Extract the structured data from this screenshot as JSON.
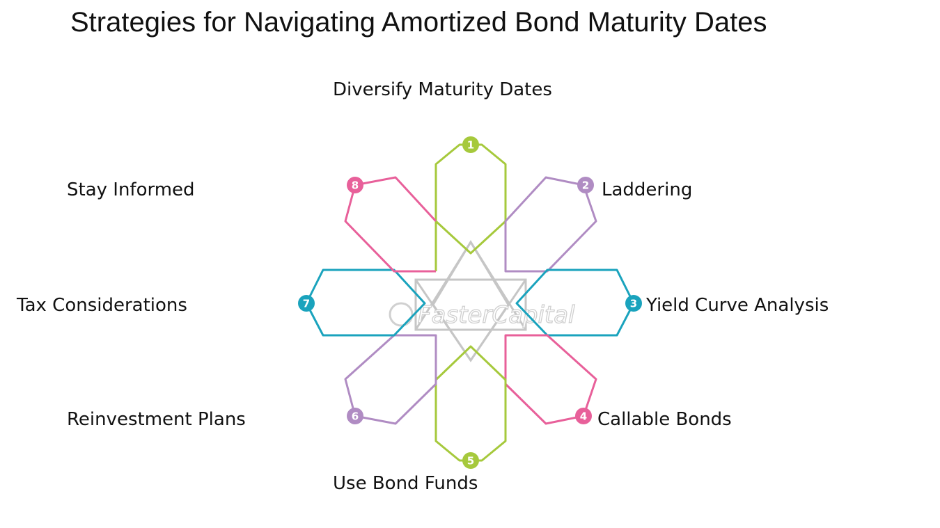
{
  "title": "Strategies for Navigating Amortized Bond Maturity Dates",
  "colors": {
    "green": "#a6c93c",
    "purple": "#b08cc3",
    "teal": "#1aa3bd",
    "pink": "#e8609a",
    "star": "#c6c6c6"
  },
  "strategies": [
    {
      "number": "1",
      "label": "Diversify Maturity Dates",
      "color": "green"
    },
    {
      "number": "2",
      "label": "Laddering",
      "color": "purple"
    },
    {
      "number": "3",
      "label": "Yield Curve Analysis",
      "color": "teal"
    },
    {
      "number": "4",
      "label": "Callable Bonds",
      "color": "pink"
    },
    {
      "number": "5",
      "label": "Use Bond Funds",
      "color": "green"
    },
    {
      "number": "6",
      "label": "Reinvestment Plans",
      "color": "purple"
    },
    {
      "number": "7",
      "label": "Tax Considerations",
      "color": "teal"
    },
    {
      "number": "8",
      "label": "Stay Informed",
      "color": "pink"
    }
  ],
  "watermark": "FasterCapital"
}
